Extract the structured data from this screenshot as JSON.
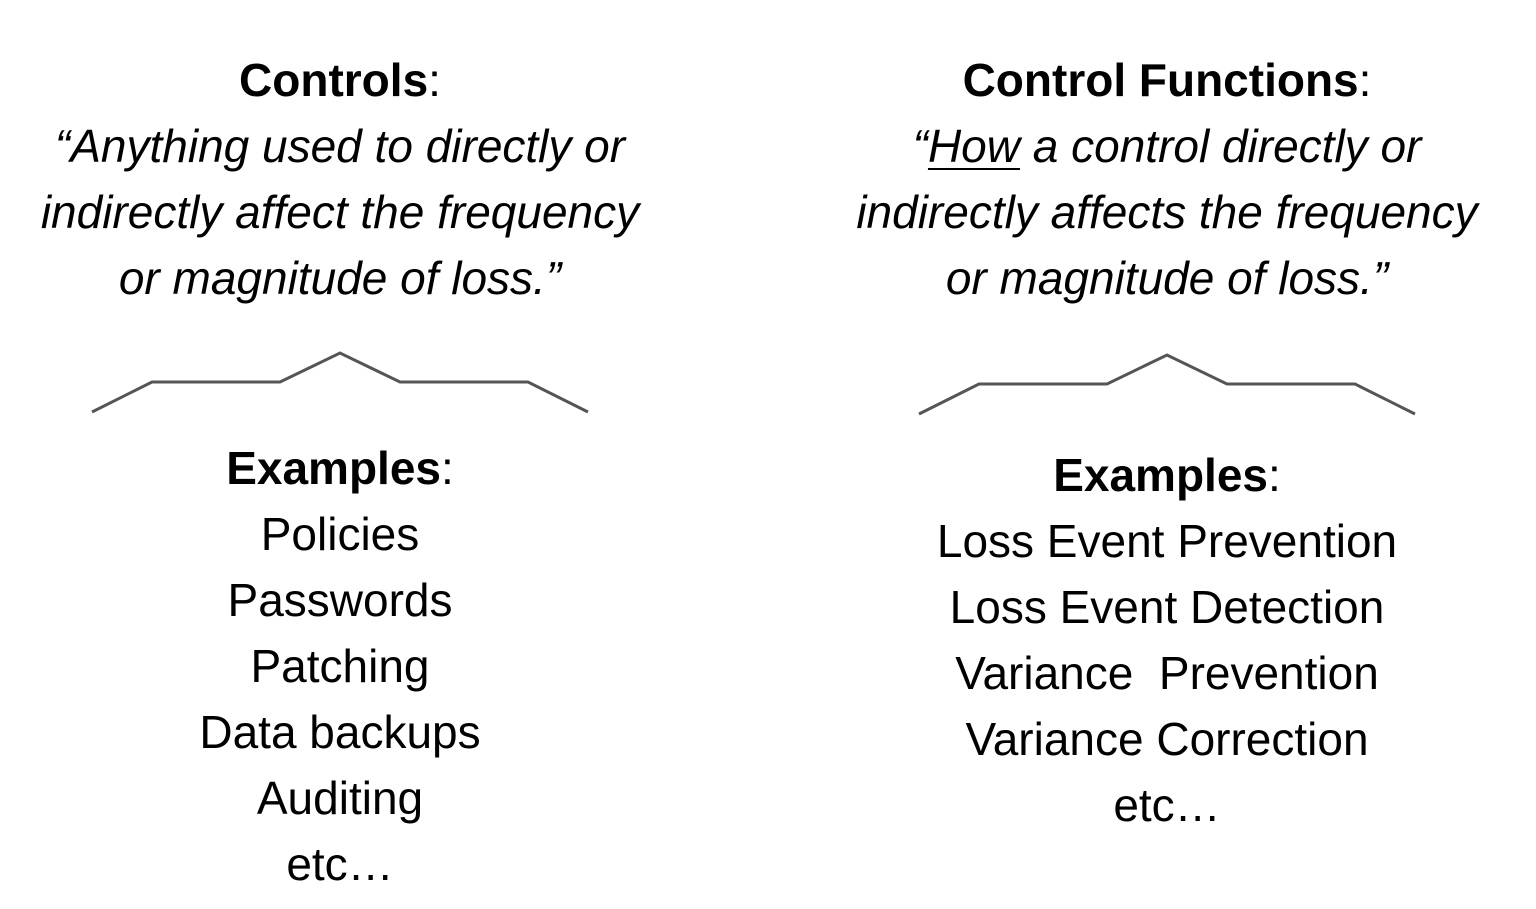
{
  "left": {
    "title": "Controls",
    "title_colon": ":",
    "definition_lines": [
      "“Anything used to directly or",
      "indirectly affect the frequency",
      "or magnitude of loss.”"
    ],
    "examples_title": "Examples",
    "examples_colon": ":",
    "examples": [
      "Policies",
      "Passwords",
      "Patching",
      "Data backups",
      "Auditing",
      "etc…"
    ]
  },
  "right": {
    "title": "Control Functions",
    "title_colon": ":",
    "definition_open_quote": "“",
    "definition_emphasis": "How",
    "definition_line1_rest": " a control directly or",
    "definition_lines": [
      "indirectly affects the frequency",
      "or magnitude of loss.”"
    ],
    "examples_title": "Examples",
    "examples_colon": ":",
    "examples": [
      "Loss Event Prevention",
      "Loss Event Detection",
      "Variance  Prevention",
      "Variance Correction",
      "etc…"
    ]
  },
  "colors": {
    "text": "#000000",
    "brace": "#555555",
    "background": "#ffffff"
  }
}
